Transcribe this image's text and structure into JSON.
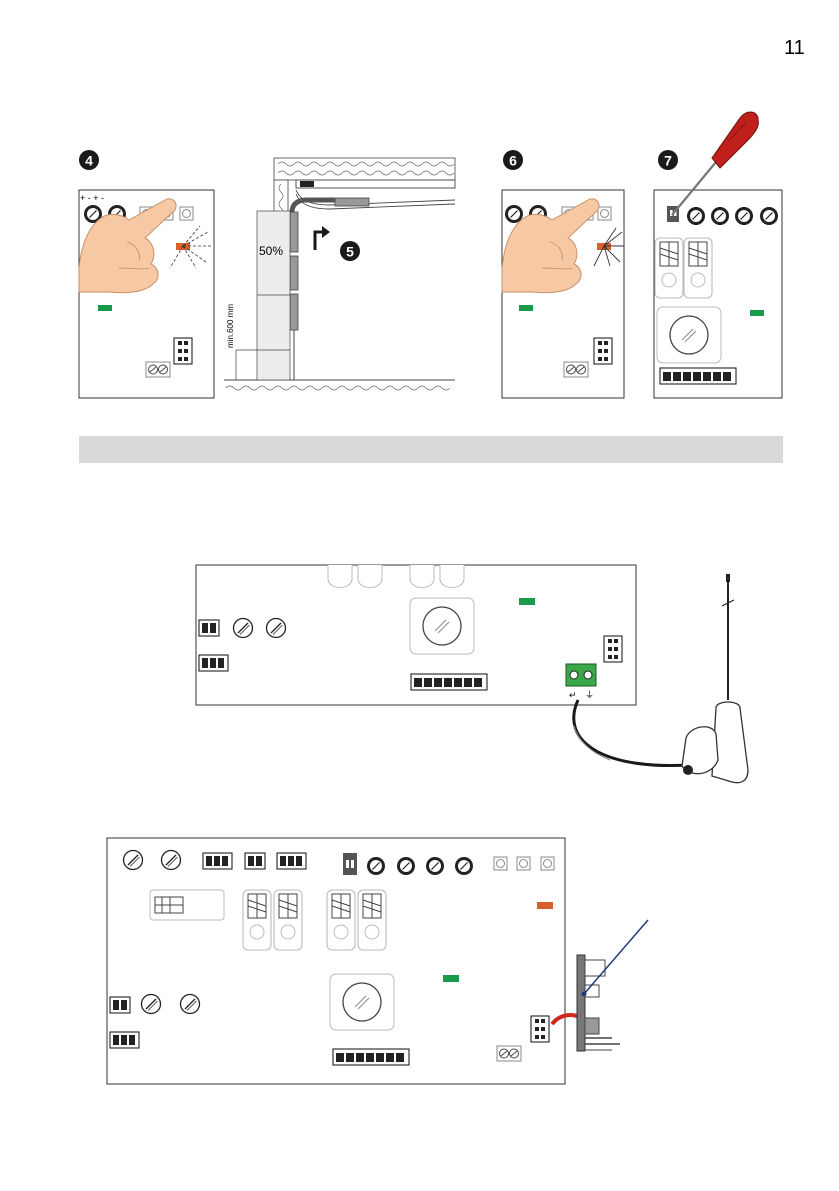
{
  "page": {
    "number": "11"
  },
  "steps": {
    "s4": "4",
    "s5": "5",
    "s6": "6",
    "s7": "7"
  },
  "door": {
    "percent": "50%",
    "min_height": "min.600 mm"
  },
  "board": {
    "polarity": "+ - + -"
  },
  "antenna": {
    "terminal_signal": "↵",
    "terminal_ground": "⏚"
  },
  "colors": {
    "led_green": "#1a9a4a",
    "led_orange": "#d8602a",
    "band_gray": "#d9d9d9",
    "screwdriver_red": "#c0201c",
    "skin": "#f6c9a4",
    "arrow_red": "#d0281e"
  }
}
